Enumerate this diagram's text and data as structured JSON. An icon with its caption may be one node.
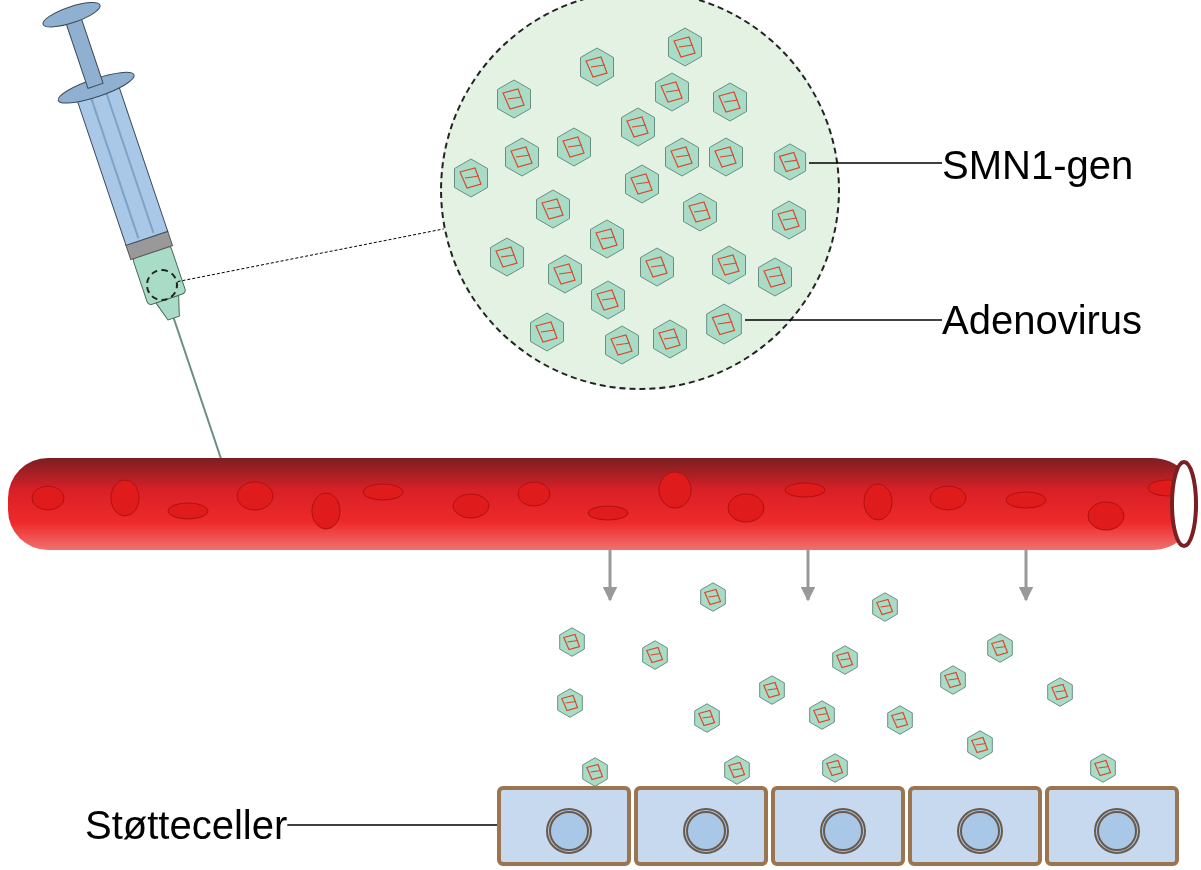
{
  "diagram": {
    "nodes": [
      {
        "text": [],
        "shape": "circle"
      },
      {
        "text": [],
        "shape": "circle"
      },
      {
        "text": [],
        "shape": "picture",
        "in": 1
      },
      {
        "text": [
          "SMN1-gen"
        ]
      },
      {
        "text": [],
        "shape": "picture",
        "in": 1
      },
      {
        "text": [
          "Adenovirus"
        ]
      },
      {
        "text": [],
        "shape": "picture"
      },
      {
        "text": [],
        "shape": "box"
      },
      {
        "text": [
          "Støtteceller"
        ]
      }
    ],
    "edges": [
      {
        "from": 0,
        "to": 1,
        "arrow": "none",
        "style": "dashed"
      },
      {
        "from": 3,
        "to": 2,
        "arrow": "none"
      },
      {
        "from": 5,
        "to": 4,
        "arrow": "none"
      },
      {
        "from": 6,
        "to": null,
        "arrow": "to",
        "color": "#999999"
      },
      {
        "from": 6,
        "to": null,
        "arrow": "to",
        "color": "#999999"
      },
      {
        "from": 6,
        "to": null,
        "arrow": "to",
        "color": "#999999"
      },
      {
        "from": 8,
        "to": 7,
        "arrow": "none"
      }
    ]
  }
}
